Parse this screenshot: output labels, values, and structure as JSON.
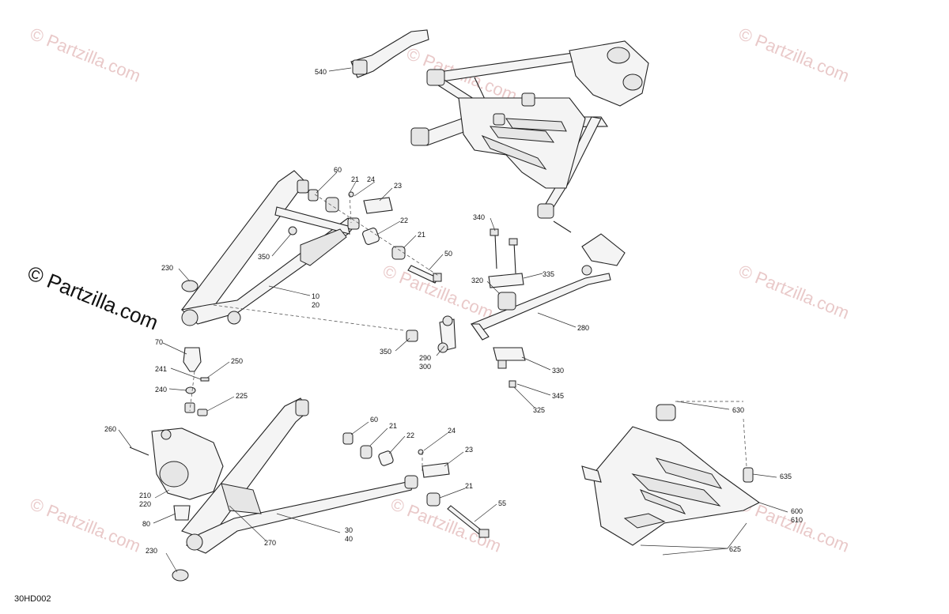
{
  "watermark": {
    "main": "© Partzilla.com",
    "repeat": "© Partzilla.com"
  },
  "diagram_code": "30HD002",
  "callouts": {
    "c540": "540",
    "c60a": "60",
    "c21a": "21",
    "c24a": "24",
    "c23a": "23",
    "c22a": "22",
    "c21b": "21",
    "c50": "50",
    "c350a": "350",
    "c230a": "230",
    "c10": "10",
    "c20": "20",
    "c340": "340",
    "c335": "335",
    "c320": "320",
    "c280": "280",
    "c350b": "350",
    "c290": "290",
    "c300": "300",
    "c330": "330",
    "c345": "345",
    "c325": "325",
    "c70": "70",
    "c241": "241",
    "c250": "250",
    "c240": "240",
    "c225": "225",
    "c260": "260",
    "c210": "210",
    "c220": "220",
    "c80": "80",
    "c270": "270",
    "c30": "30",
    "c40": "40",
    "c230b": "230",
    "c60b": "60",
    "c21c": "21",
    "c22b": "22",
    "c24b": "24",
    "c23b": "23",
    "c21d": "21",
    "c55": "55",
    "c630": "630",
    "c635": "635",
    "c600": "600",
    "c610": "610",
    "c625": "625"
  }
}
